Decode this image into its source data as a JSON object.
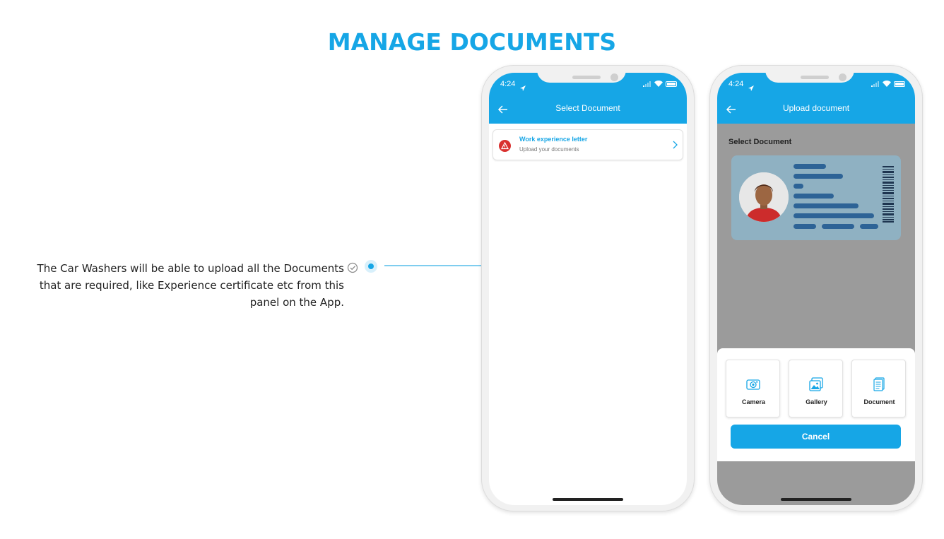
{
  "page": {
    "title": "MANAGE DOCUMENTS",
    "accent_color": "#16a6e6"
  },
  "annotation": {
    "text": "The Car Washers will be able to upload all the Documents that are required, like Experience certificate etc from this panel on the App.",
    "icon": "check-circle-icon"
  },
  "phone1": {
    "status_time": "4:24",
    "appbar_title": "Select Document",
    "back_icon": "arrow-left-icon",
    "document_item": {
      "title": "Work experience letter",
      "subtitle": "Upload your documents",
      "status_icon": "warning-icon",
      "status_color": "#d9312f",
      "chevron_icon": "chevron-right-icon"
    }
  },
  "phone2": {
    "status_time": "4:24",
    "appbar_title": "Upload document",
    "back_icon": "arrow-left-icon",
    "section_label": "Select Document",
    "id_card_icon": "id-card-illustration",
    "options": [
      {
        "label": "Camera",
        "icon": "camera-icon"
      },
      {
        "label": "Gallery",
        "icon": "gallery-icon"
      },
      {
        "label": "Document",
        "icon": "document-icon"
      }
    ],
    "cancel_label": "Cancel"
  }
}
